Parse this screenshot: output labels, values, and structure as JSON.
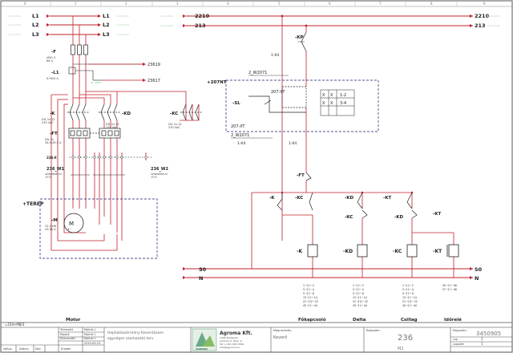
{
  "grid_columns": [
    "0",
    "1",
    "2",
    "3",
    "4",
    "5",
    "6",
    "7",
    "8",
    "9"
  ],
  "line_labels": {
    "l1": "L1",
    "l2": "L2",
    "l3": "L3",
    "v2210": "2210",
    "v213": "213",
    "s0": "S0",
    "n": "N"
  },
  "components": {
    "f": "-F",
    "f_sub": "VNO-3\n68 A",
    "l1": "-L1",
    "l1_sub": "0-90/5 A",
    "k": "-K",
    "k_sub": "DIL 2x 22\n230 VAC",
    "kd": "-KD",
    "kd_sub": "DIL 2x 22\n230 VAC",
    "kc": "-KC",
    "kc_sub": "DIL 2x 22\n230 VAC",
    "ft": "-FT",
    "ft_sub": "DIL 2x\n36,5-49,5 A",
    "w1": "236_W1",
    "w1_sub": "SZÍNMÉRET-M\n3G25",
    "w2": "236_W2",
    "w2_sub": "SZÍNMÉRET-M\n3G25",
    "x236": "236-X",
    "terep": "+TEREP",
    "m": "-M",
    "m_sub": "22,0 kW\n43,56 A",
    "kp": "-KP",
    "x4": "1-X4",
    "w2071": "2_W2071",
    "nt": "+207NT",
    "sl": "-SL",
    "xt207": "207-XT",
    "ft_ctrl": "-FT",
    "k_c": "-K",
    "kc_c": "-KC",
    "kd_c": "-KD",
    "kt_c": "-KT",
    "kc_c2": "-KC",
    "kd_c2": "-KD",
    "kt_c2": "-KT",
    "coil_k": "-K",
    "coil_kd": "-KD",
    "coil_kc": "-KC",
    "coil_kt": "-KT"
  },
  "refs": {
    "r1": "23619",
    "r2": "23617",
    "bottom_left": "=234+MB/3"
  },
  "column_labels": [
    "Motor",
    "Főkapcsoló",
    "Delta",
    "Csillag",
    "Időrelé"
  ],
  "title_block": {
    "rows": [
      "Tervezett",
      "Rajzolt",
      "Ellenőrzött"
    ],
    "row_vals": [
      "Molnár I.",
      "Molnár I.",
      "Molnár I."
    ],
    "date": "2010.09.23.",
    "bottom_row": [
      "Változ.",
      "Dátum",
      "Név",
      "Eredeti"
    ],
    "project": "Hajdúböszörmény Keverőüzem egységes szerkezetű terv",
    "company": "Agroma Kft.",
    "company_addr": "1095 Budapest\nLechner Ö. fasor 6.\nTel: (+36) 456-7890\ninfo@agroma.hu",
    "logo": "AGROMA",
    "megnevezes_label": "Megnevezés:",
    "megnevezes": "Keverő",
    "mezo_label": "Rajzszám:",
    "mezo_value": "236",
    "mezo_sub": "M2",
    "rajzszam_label": "Rajzszám:",
    "rajzszam": "3450905",
    "lap": "1",
    "lapszam": "1",
    "lap_label": "Lap",
    "lapszam_label": "Lapszám"
  },
  "colors": {
    "power": "#c0202a",
    "frame": "#333333",
    "ink": "#222222",
    "dashed": "#1a1a6e"
  }
}
